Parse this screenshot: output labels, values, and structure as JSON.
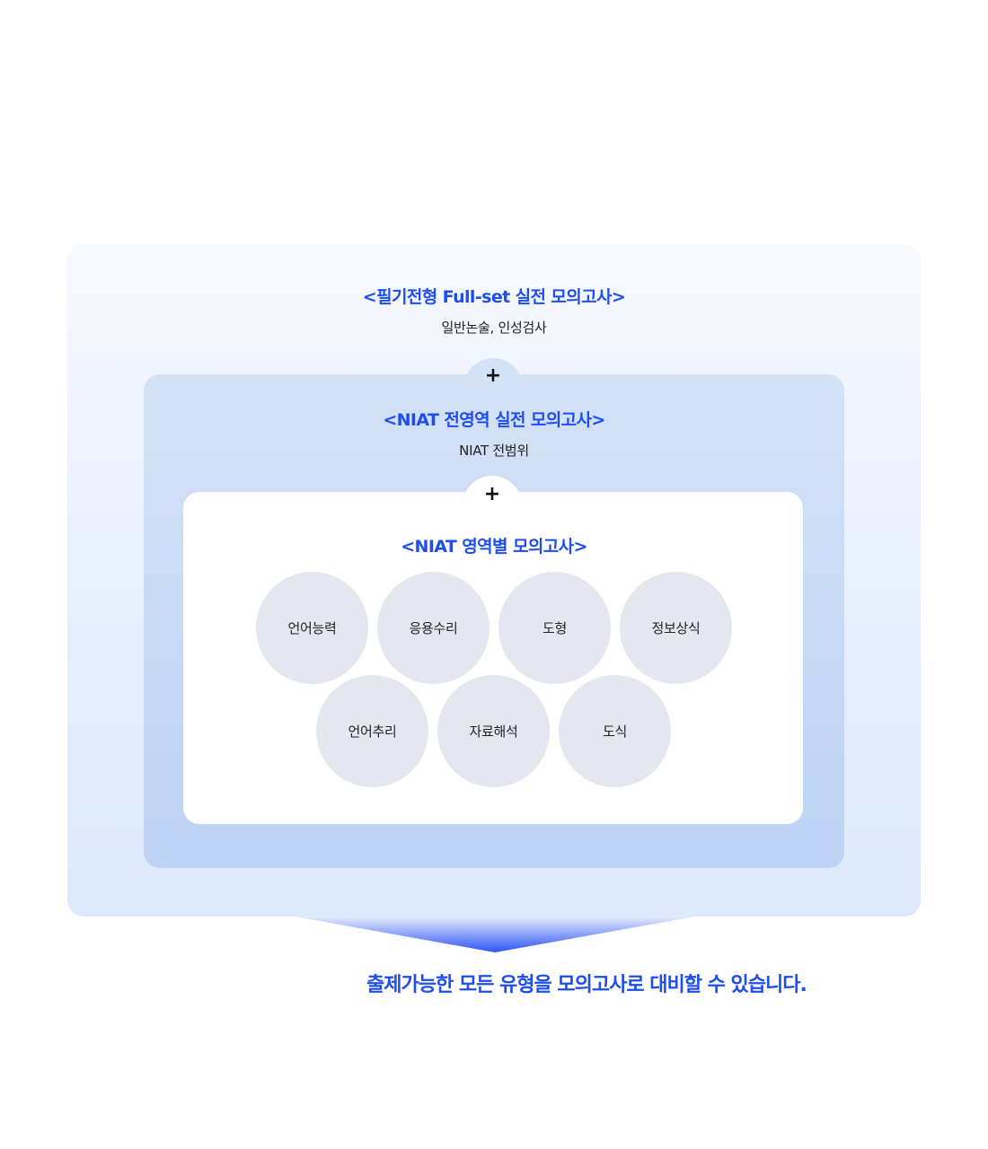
{
  "fullset": {
    "title": "<필기전형 Full-set  실전 모의고사>",
    "subtitle": "일반논술, 인성검사"
  },
  "plus_symbol": "+",
  "niat_all": {
    "title": "<NIAT 전영역 실전 모의고사>",
    "subtitle": "NIAT 전범위"
  },
  "niat_area": {
    "title": "<NIAT 영역별 모의고사>",
    "areas": [
      "언어능력",
      "응용수리",
      "도형",
      "정보상식",
      "언어추리",
      "자료해석",
      "도식"
    ]
  },
  "conclusion": "출제가능한 모든 유형을 모의고사로 대비할 수 있습니다.",
  "colors": {
    "accent": "#1e4df0",
    "circle": "#e4e7f0",
    "mid_box": "#c9daf5",
    "outer_box": "#e9f0fd"
  }
}
